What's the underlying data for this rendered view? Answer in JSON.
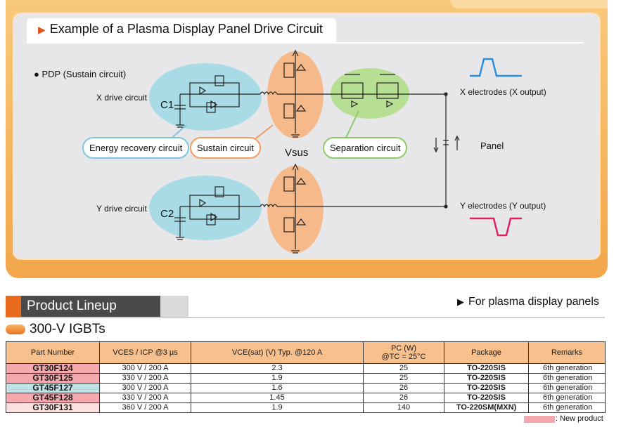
{
  "diagram": {
    "title": "Example of a Plasma Display Panel Drive Circuit",
    "pdp_label": "PDP (Sustain circuit)",
    "x_drive": "X drive circuit",
    "y_drive": "Y drive circuit",
    "c1": "C1",
    "c2": "C2",
    "vsus": "Vsus",
    "panel": "Panel",
    "x_electrodes": "X electrodes (X output)",
    "y_electrodes": "Y electrodes (Y output)",
    "callouts": {
      "energy": "Energy recovery circuit",
      "sustain": "Sustain circuit",
      "separation": "Separation circuit"
    },
    "colors": {
      "blue_region": "#a9dbe6",
      "orange_region": "#f6b98a",
      "green_region": "#b7df93",
      "x_wave": "#2a8fe0",
      "y_wave": "#e0215f"
    }
  },
  "lineup": {
    "title": "Product Lineup",
    "note": "For plasma display panels",
    "subtitle": "300-V IGBTs"
  },
  "table": {
    "headers": {
      "part": "Part Number",
      "vces": "VCES / ICP @3 µs",
      "vce": "VCE(sat) (V) Typ. @120 A",
      "pc_line1": "PC (W)",
      "pc_line2": "@TC = 25°C",
      "package": "Package",
      "remarks": "Remarks"
    },
    "rows": [
      {
        "part": "GT30F124",
        "vces": "300 V / 200 A",
        "vce": "2.3",
        "pc": "25",
        "package": "TO-220SIS",
        "remarks": "6th generation"
      },
      {
        "part": "GT30F125",
        "vces": "330 V / 200 A",
        "vce": "1.9",
        "pc": "25",
        "package": "TO-220SIS",
        "remarks": "6th generation"
      },
      {
        "part": "GT45F127",
        "vces": "300 V / 200 A",
        "vce": "1.6",
        "pc": "26",
        "package": "TO-220SIS",
        "remarks": "6th generation"
      },
      {
        "part": "GT45F128",
        "vces": "330 V / 200 A",
        "vce": "1.45",
        "pc": "26",
        "package": "TO-220SIS",
        "remarks": "6th generation"
      },
      {
        "part": "GT30F131",
        "vces": "360 V / 200 A",
        "vce": "1.9",
        "pc": "140",
        "package": "TO-220SM(MXN)",
        "remarks": "6th generation"
      }
    ],
    "legend": ": New product"
  }
}
